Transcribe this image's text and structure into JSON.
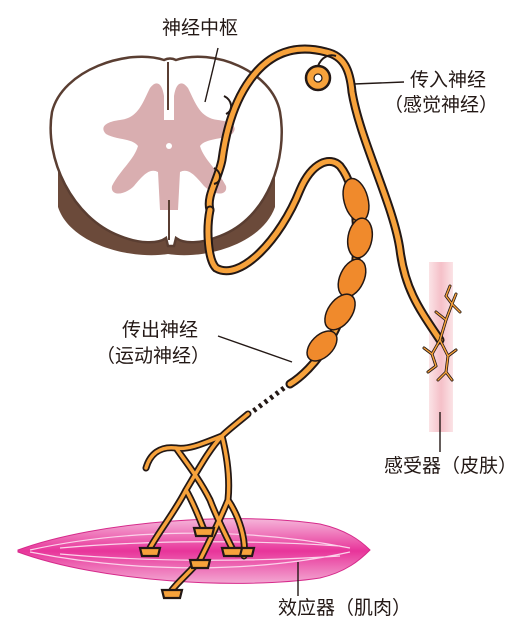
{
  "labels": {
    "center": "神经中枢",
    "afferent": "传入神经",
    "afferent_sub": "（感觉神经）",
    "efferent": "传出神经",
    "efferent_sub": "（运动神经）",
    "receptor": "感受器（皮肤）",
    "effector": "效应器（肌肉）"
  },
  "colors": {
    "nerve_fill": "#f7a23b",
    "nerve_outline": "#231815",
    "gray_matter": "#d9aeb0",
    "cord_outline": "#5a3e32",
    "muscle": "#e8349a",
    "skin": "#f7c9cf"
  }
}
